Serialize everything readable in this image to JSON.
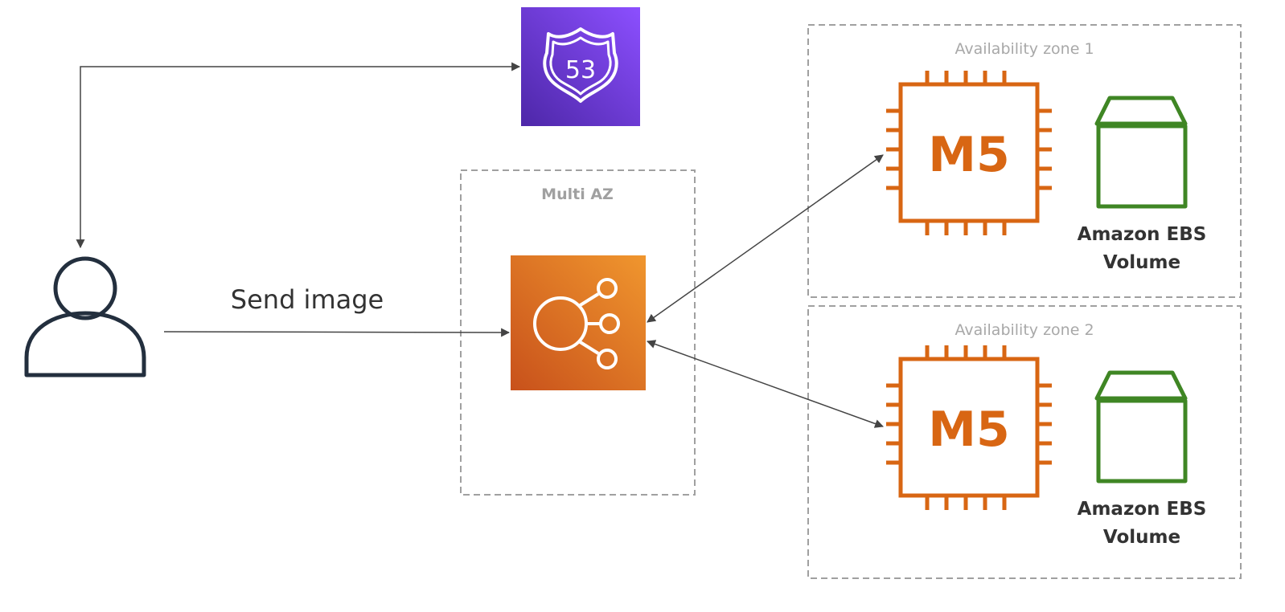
{
  "groups": {
    "zone1": {
      "label": "Availability zone 1"
    },
    "zone2": {
      "label": "Availability zone 2"
    },
    "multi_az": {
      "label": "Multi AZ"
    }
  },
  "edges": {
    "user_to_lb": {
      "label": "Send image"
    }
  },
  "nodes": {
    "route53": {
      "label": "53",
      "icon": "route53-shield-icon"
    },
    "user": {
      "icon": "user-icon"
    },
    "load_balancer": {
      "icon": "elastic-load-balancer-icon"
    },
    "ec2_zone1": {
      "label": "M5",
      "icon": "ec2-chip-icon"
    },
    "ec2_zone2": {
      "label": "M5",
      "icon": "ec2-chip-icon"
    },
    "ebs_zone1": {
      "label_line1": "Amazon EBS",
      "label_line2": "Volume",
      "icon": "ebs-volume-icon"
    },
    "ebs_zone2": {
      "label_line1": "Amazon EBS",
      "label_line2": "Volume",
      "icon": "ebs-volume-icon"
    }
  },
  "colors": {
    "route53_dark": "#4d27a8",
    "route53_light": "#8c4fff",
    "elb_dark": "#c8511b",
    "elb_light": "#f0962e",
    "ec2": "#d86613",
    "ebs": "#3f8624",
    "user_outline": "#232f3e",
    "group_border": "#a0a0a0",
    "arrow": "#444444"
  }
}
